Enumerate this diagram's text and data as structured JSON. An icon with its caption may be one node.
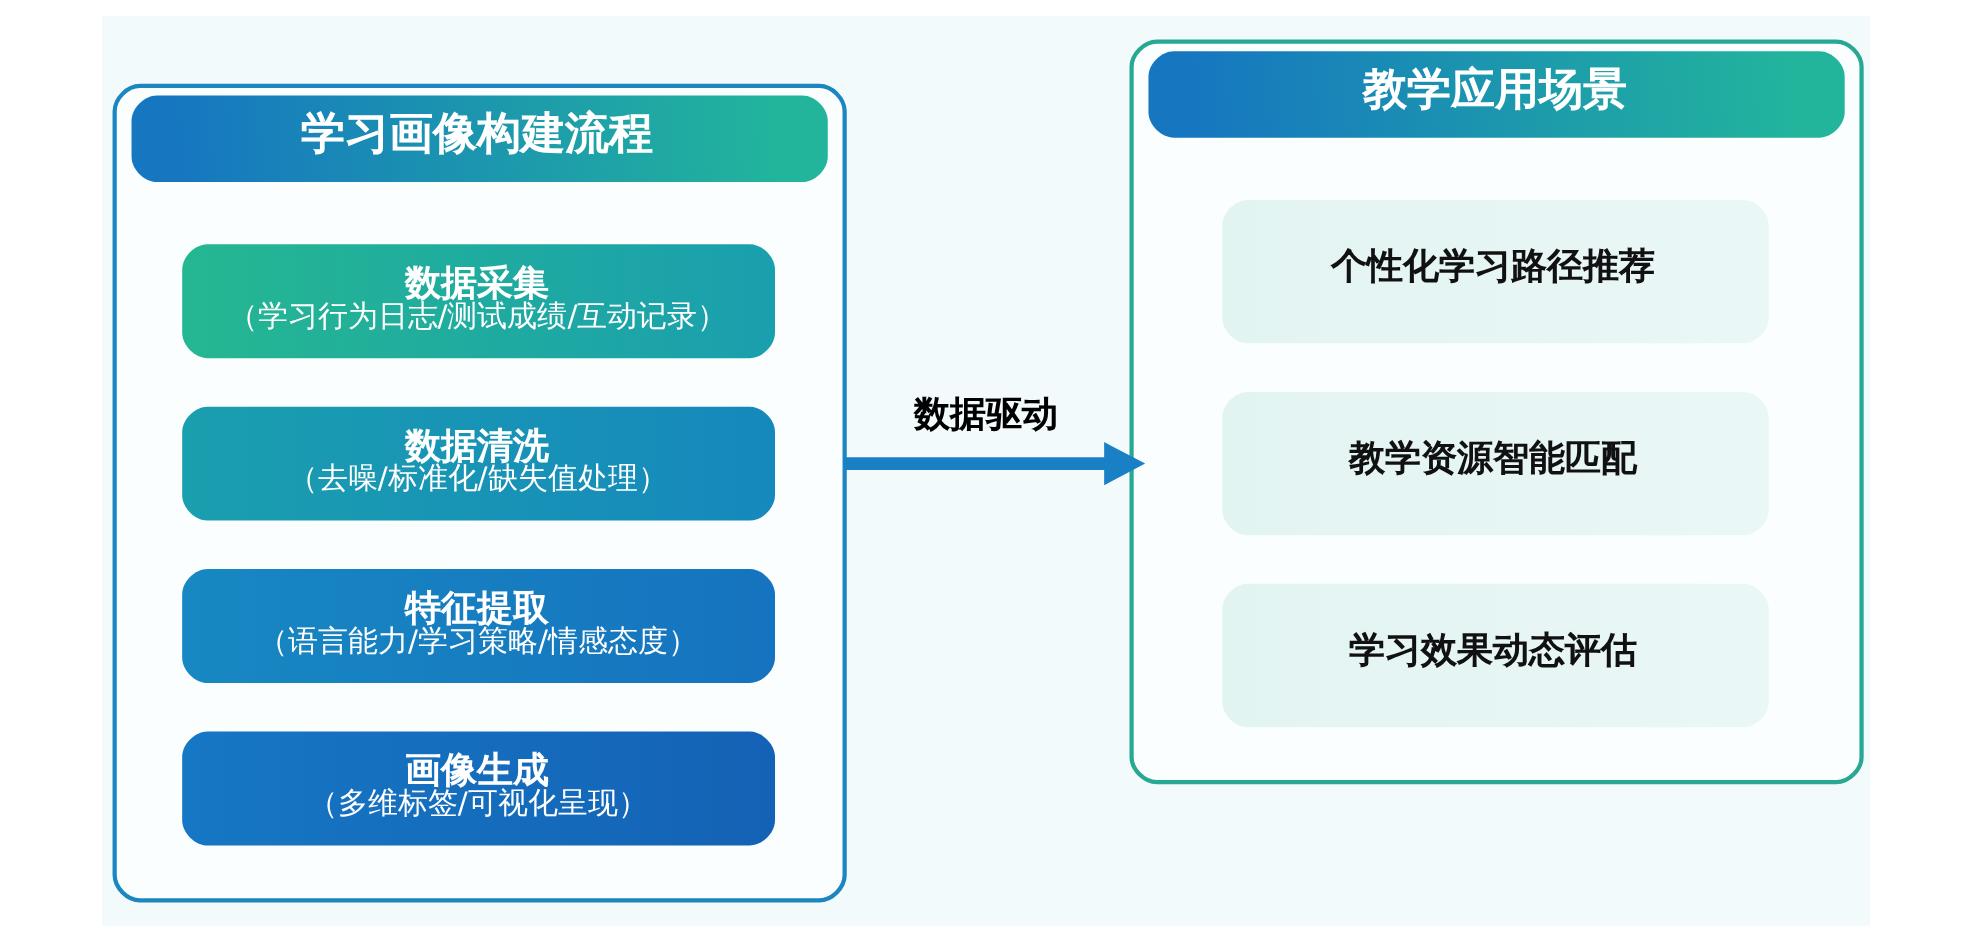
{
  "diagram": {
    "nodes": [
      {
        "text": [
          "学习画像构建流程"
        ]
      },
      {
        "text": [
          "数据采集",
          "（学习行为日志/测试成绩/互动记录）"
        ],
        "in": 0
      },
      {
        "text": [
          "数据清洗",
          "（去噪/标准化/缺失值处理）"
        ],
        "in": 0
      },
      {
        "text": [
          "特征提取",
          "（语言能力/学习策略/情感态度）"
        ],
        "in": 0
      },
      {
        "text": [
          "画像生成",
          "（多维标签/可视化呈现）"
        ],
        "in": 0
      },
      {
        "text": [
          "教学应用场景"
        ]
      },
      {
        "text": [
          "个性化学习路径推荐"
        ],
        "in": 5
      },
      {
        "text": [
          "教学资源智能匹配"
        ],
        "in": 5
      },
      {
        "text": [
          "学习效果动态评估"
        ],
        "in": 5
      }
    ],
    "edges": [
      {
        "from": 0,
        "to": 5,
        "arrow": "to",
        "label": "数据驱动"
      }
    ]
  }
}
